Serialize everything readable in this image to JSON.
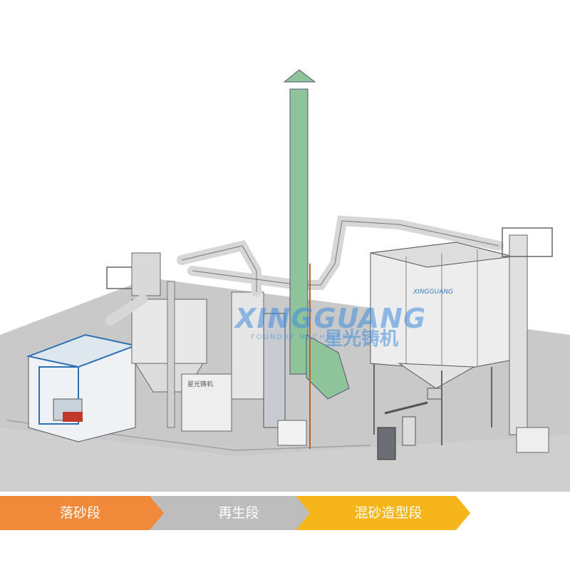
{
  "watermark": {
    "brand": "XINGGUANG",
    "subtitle": "FOUNDRY MACHINERY",
    "brand_cn": "星光铸机"
  },
  "panel_logo_text": "XINGGUANG",
  "cabinet_label": "星光铸机",
  "stages": [
    {
      "label": "落砂段",
      "color": "#f08a3a"
    },
    {
      "label": "再生段",
      "color": "#bdbdbd"
    },
    {
      "label": "混砂造型段",
      "color": "#f7b51c"
    }
  ]
}
